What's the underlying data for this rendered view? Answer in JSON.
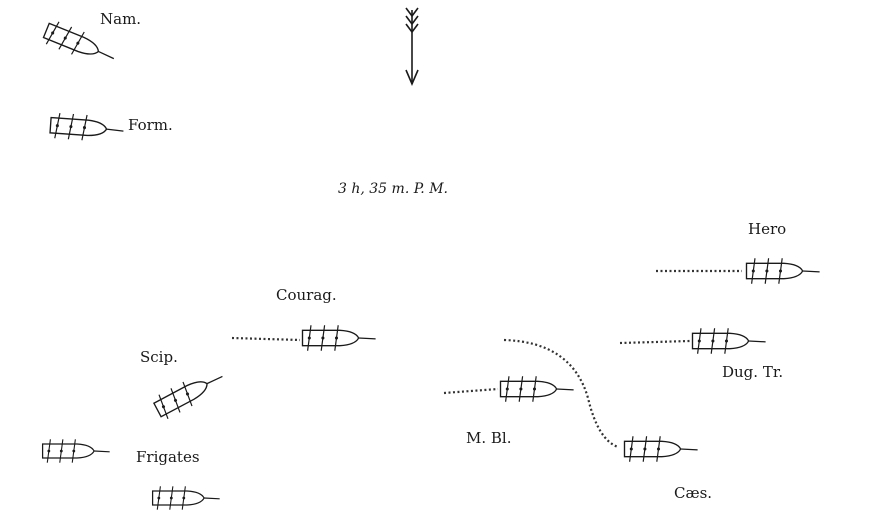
{
  "time_label": "3 h, 35 m. P. M.",
  "ships": {
    "nam": "Nam.",
    "form": "Form.",
    "hero": "Hero",
    "courag": "Courag.",
    "scip": "Scip.",
    "dug_tr": "Dug. Tr.",
    "m_bl": "M. Bl.",
    "frigates": "Frigates",
    "caes": "Cæs."
  },
  "icons": {
    "compass": "north-arrow-icon"
  }
}
